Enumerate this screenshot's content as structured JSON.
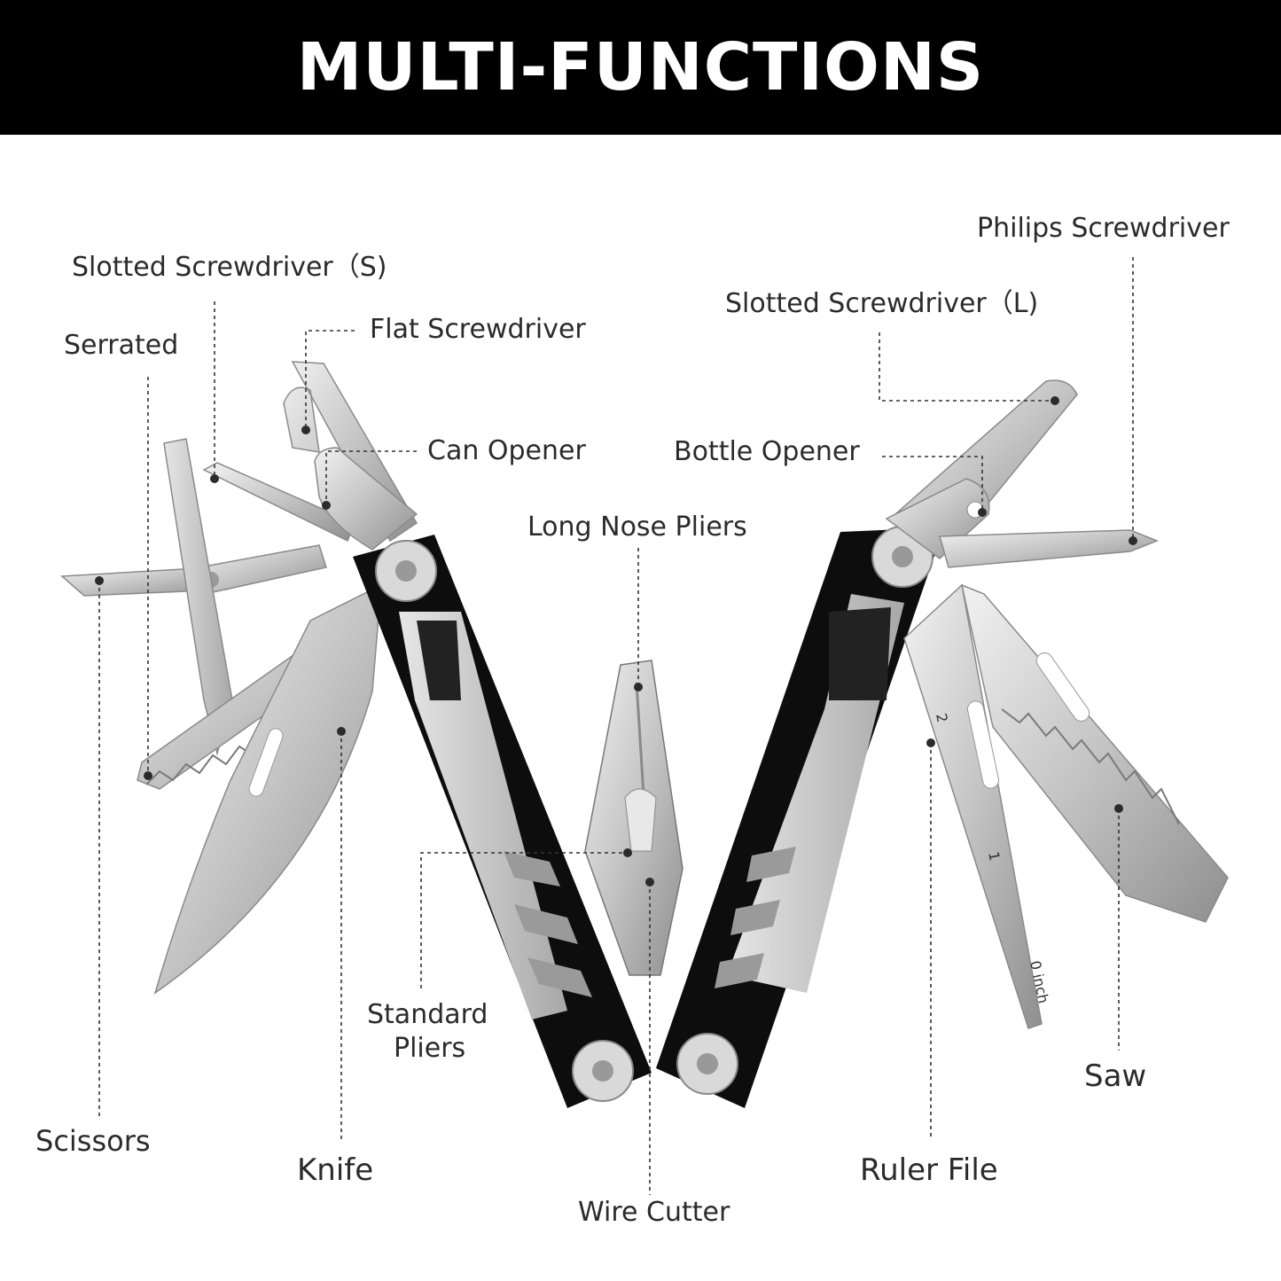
{
  "header": {
    "title": "MULTI-FUNCTIONS"
  },
  "labels": {
    "slotted_screwdriver_s": "Slotted Screwdriver（S)",
    "serrated": "Serrated",
    "flat_screwdriver": "Flat Screwdriver",
    "can_opener": "Can Opener",
    "long_nose_pliers": "Long Nose Pliers",
    "bottle_opener": "Bottle Opener",
    "slotted_screwdriver_l": "Slotted Screwdriver（L)",
    "philips_screwdriver": "Philips Screwdriver",
    "standard_pliers_line1": "Standard",
    "standard_pliers_line2": "Pliers",
    "scissors": "Scissors",
    "knife": "Knife",
    "wire_cutter": "Wire Cutter",
    "ruler_file": "Ruler File",
    "saw": "Saw"
  },
  "ruler_marks": [
    "2",
    "1",
    "0 inch"
  ],
  "colors": {
    "banner": "#000000",
    "title": "#ffffff",
    "label": "#2b2b2b",
    "steel": "#c9c9c9",
    "handle": "#0d0d0d",
    "leader": "#333333"
  }
}
